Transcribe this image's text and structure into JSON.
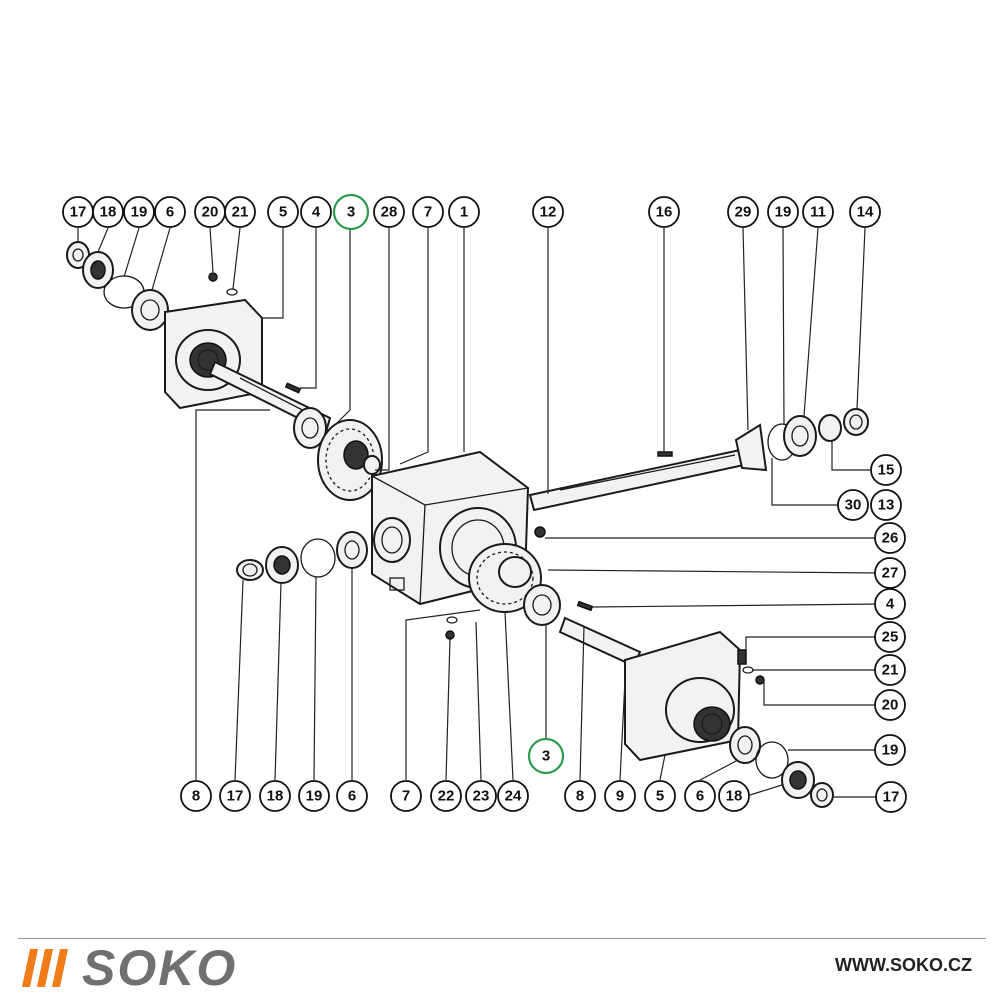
{
  "brand": {
    "name": "SOKO",
    "website": "WWW.SOKO.CZ",
    "accent_color": "#f07d1a",
    "text_color": "#707070"
  },
  "diagram": {
    "highlight_color": "#2e9a4e",
    "callouts": [
      {
        "label": "17",
        "highlight": false
      },
      {
        "label": "18",
        "highlight": false
      },
      {
        "label": "19",
        "highlight": false
      },
      {
        "label": "6",
        "highlight": false
      },
      {
        "label": "20",
        "highlight": false
      },
      {
        "label": "21",
        "highlight": false
      },
      {
        "label": "5",
        "highlight": false
      },
      {
        "label": "4",
        "highlight": false
      },
      {
        "label": "3",
        "highlight": true
      },
      {
        "label": "28",
        "highlight": false
      },
      {
        "label": "7",
        "highlight": false
      },
      {
        "label": "1",
        "highlight": false
      },
      {
        "label": "12",
        "highlight": false
      },
      {
        "label": "16",
        "highlight": false
      },
      {
        "label": "29",
        "highlight": false
      },
      {
        "label": "19",
        "highlight": false
      },
      {
        "label": "11",
        "highlight": false
      },
      {
        "label": "14",
        "highlight": false
      },
      {
        "label": "15",
        "highlight": false
      },
      {
        "label": "30",
        "highlight": false
      },
      {
        "label": "13",
        "highlight": false
      },
      {
        "label": "26",
        "highlight": false
      },
      {
        "label": "27",
        "highlight": false
      },
      {
        "label": "4",
        "highlight": false
      },
      {
        "label": "25",
        "highlight": false
      },
      {
        "label": "21",
        "highlight": false
      },
      {
        "label": "20",
        "highlight": false
      },
      {
        "label": "19",
        "highlight": false
      },
      {
        "label": "17",
        "highlight": false
      },
      {
        "label": "3",
        "highlight": true
      },
      {
        "label": "8",
        "highlight": false
      },
      {
        "label": "17",
        "highlight": false
      },
      {
        "label": "18",
        "highlight": false
      },
      {
        "label": "19",
        "highlight": false
      },
      {
        "label": "6",
        "highlight": false
      },
      {
        "label": "7",
        "highlight": false
      },
      {
        "label": "22",
        "highlight": false
      },
      {
        "label": "23",
        "highlight": false
      },
      {
        "label": "24",
        "highlight": false
      },
      {
        "label": "8",
        "highlight": false
      },
      {
        "label": "9",
        "highlight": false
      },
      {
        "label": "5",
        "highlight": false
      },
      {
        "label": "6",
        "highlight": false
      },
      {
        "label": "18",
        "highlight": false
      }
    ]
  }
}
